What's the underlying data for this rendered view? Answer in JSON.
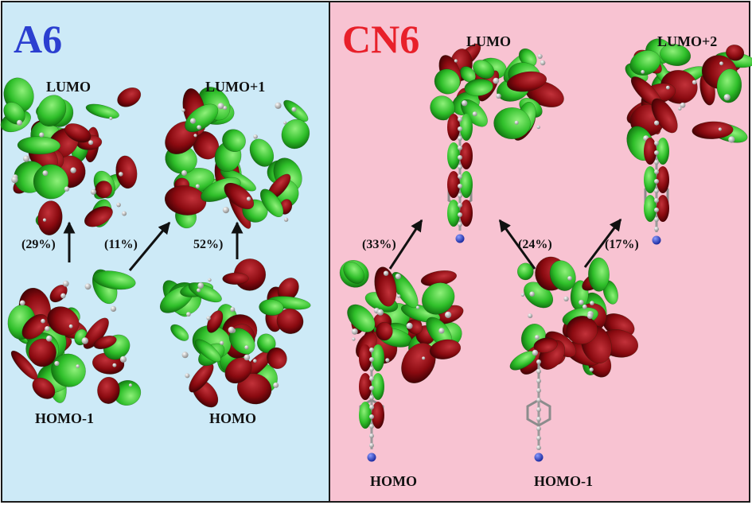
{
  "left_panel": {
    "title": "A6",
    "title_color": "#2b3fd0",
    "background": "#cdeaf7",
    "orbitals": {
      "lumo": "LUMO",
      "lumo_plus_1": "LUMO+1",
      "homo_minus_1": "HOMO-1",
      "homo": "HOMO"
    },
    "transitions": {
      "homo_minus_1_to_lumo": "(29%)",
      "homo_to_lumo": "(11%)",
      "homo_to_lumo_plus_1": "52%)"
    }
  },
  "right_panel": {
    "title": "CN6",
    "title_color": "#e8202a",
    "background": "#f8c3d2",
    "orbitals": {
      "lumo": "LUMO",
      "lumo_plus_2": "LUMO+2",
      "homo": "HOMO",
      "homo_minus_1": "HOMO-1"
    },
    "transitions": {
      "homo_to_lumo": "(33%)",
      "homo_minus_1_to_lumo": "(24%)",
      "homo_minus_1_to_lumo_plus_2": "(17%)"
    }
  },
  "colors": {
    "lobe_positive": "#2fbf2a",
    "lobe_negative": "#8a0a10",
    "atom_carbon": "#8c8c8c",
    "atom_hydrogen": "#f2f2f2",
    "atom_nitrogen": "#2a3fd0",
    "arrow": "#111111"
  }
}
